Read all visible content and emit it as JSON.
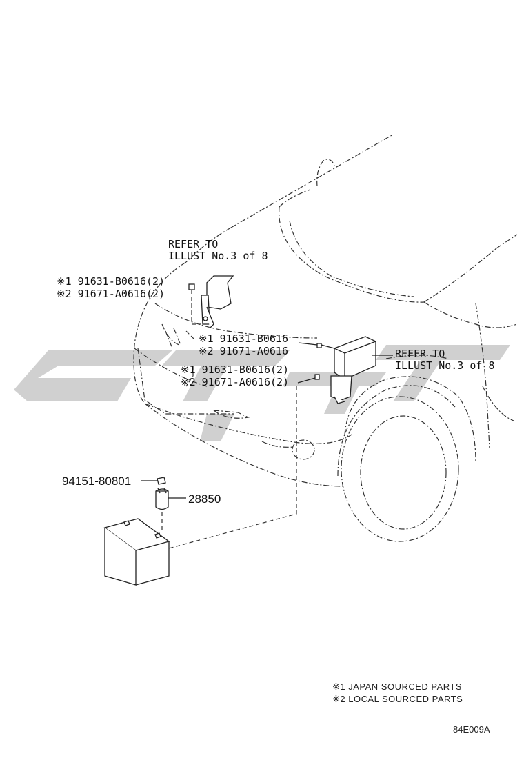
{
  "labels": {
    "refer_top_1": "REFER TO",
    "refer_top_2": "ILLUST No.3 of 8",
    "refer_right_1": "REFER TO",
    "refer_right_2": "ILLUST No.3 of 8",
    "bolt_left_1": "※1 91631-B0616(2)",
    "bolt_left_2": "※2 91671-A0616(2)",
    "bolt_mid_1": "※1 91631-B0616",
    "bolt_mid_2": "※2 91671-A0616",
    "bolt_low_1": "※1 91631-B0616(2)",
    "bolt_low_2": "※2 91671-A0616(2)",
    "part_94151": "94151-80801",
    "part_28850": "28850"
  },
  "notes": {
    "note_1": "※1 JAPAN SOURCED PARTS",
    "note_2": "※2 LOCAL SOURCED PARTS"
  },
  "diagram_code": "84E009A",
  "colors": {
    "line": "#222222",
    "watermark": "#c8c8c8"
  }
}
